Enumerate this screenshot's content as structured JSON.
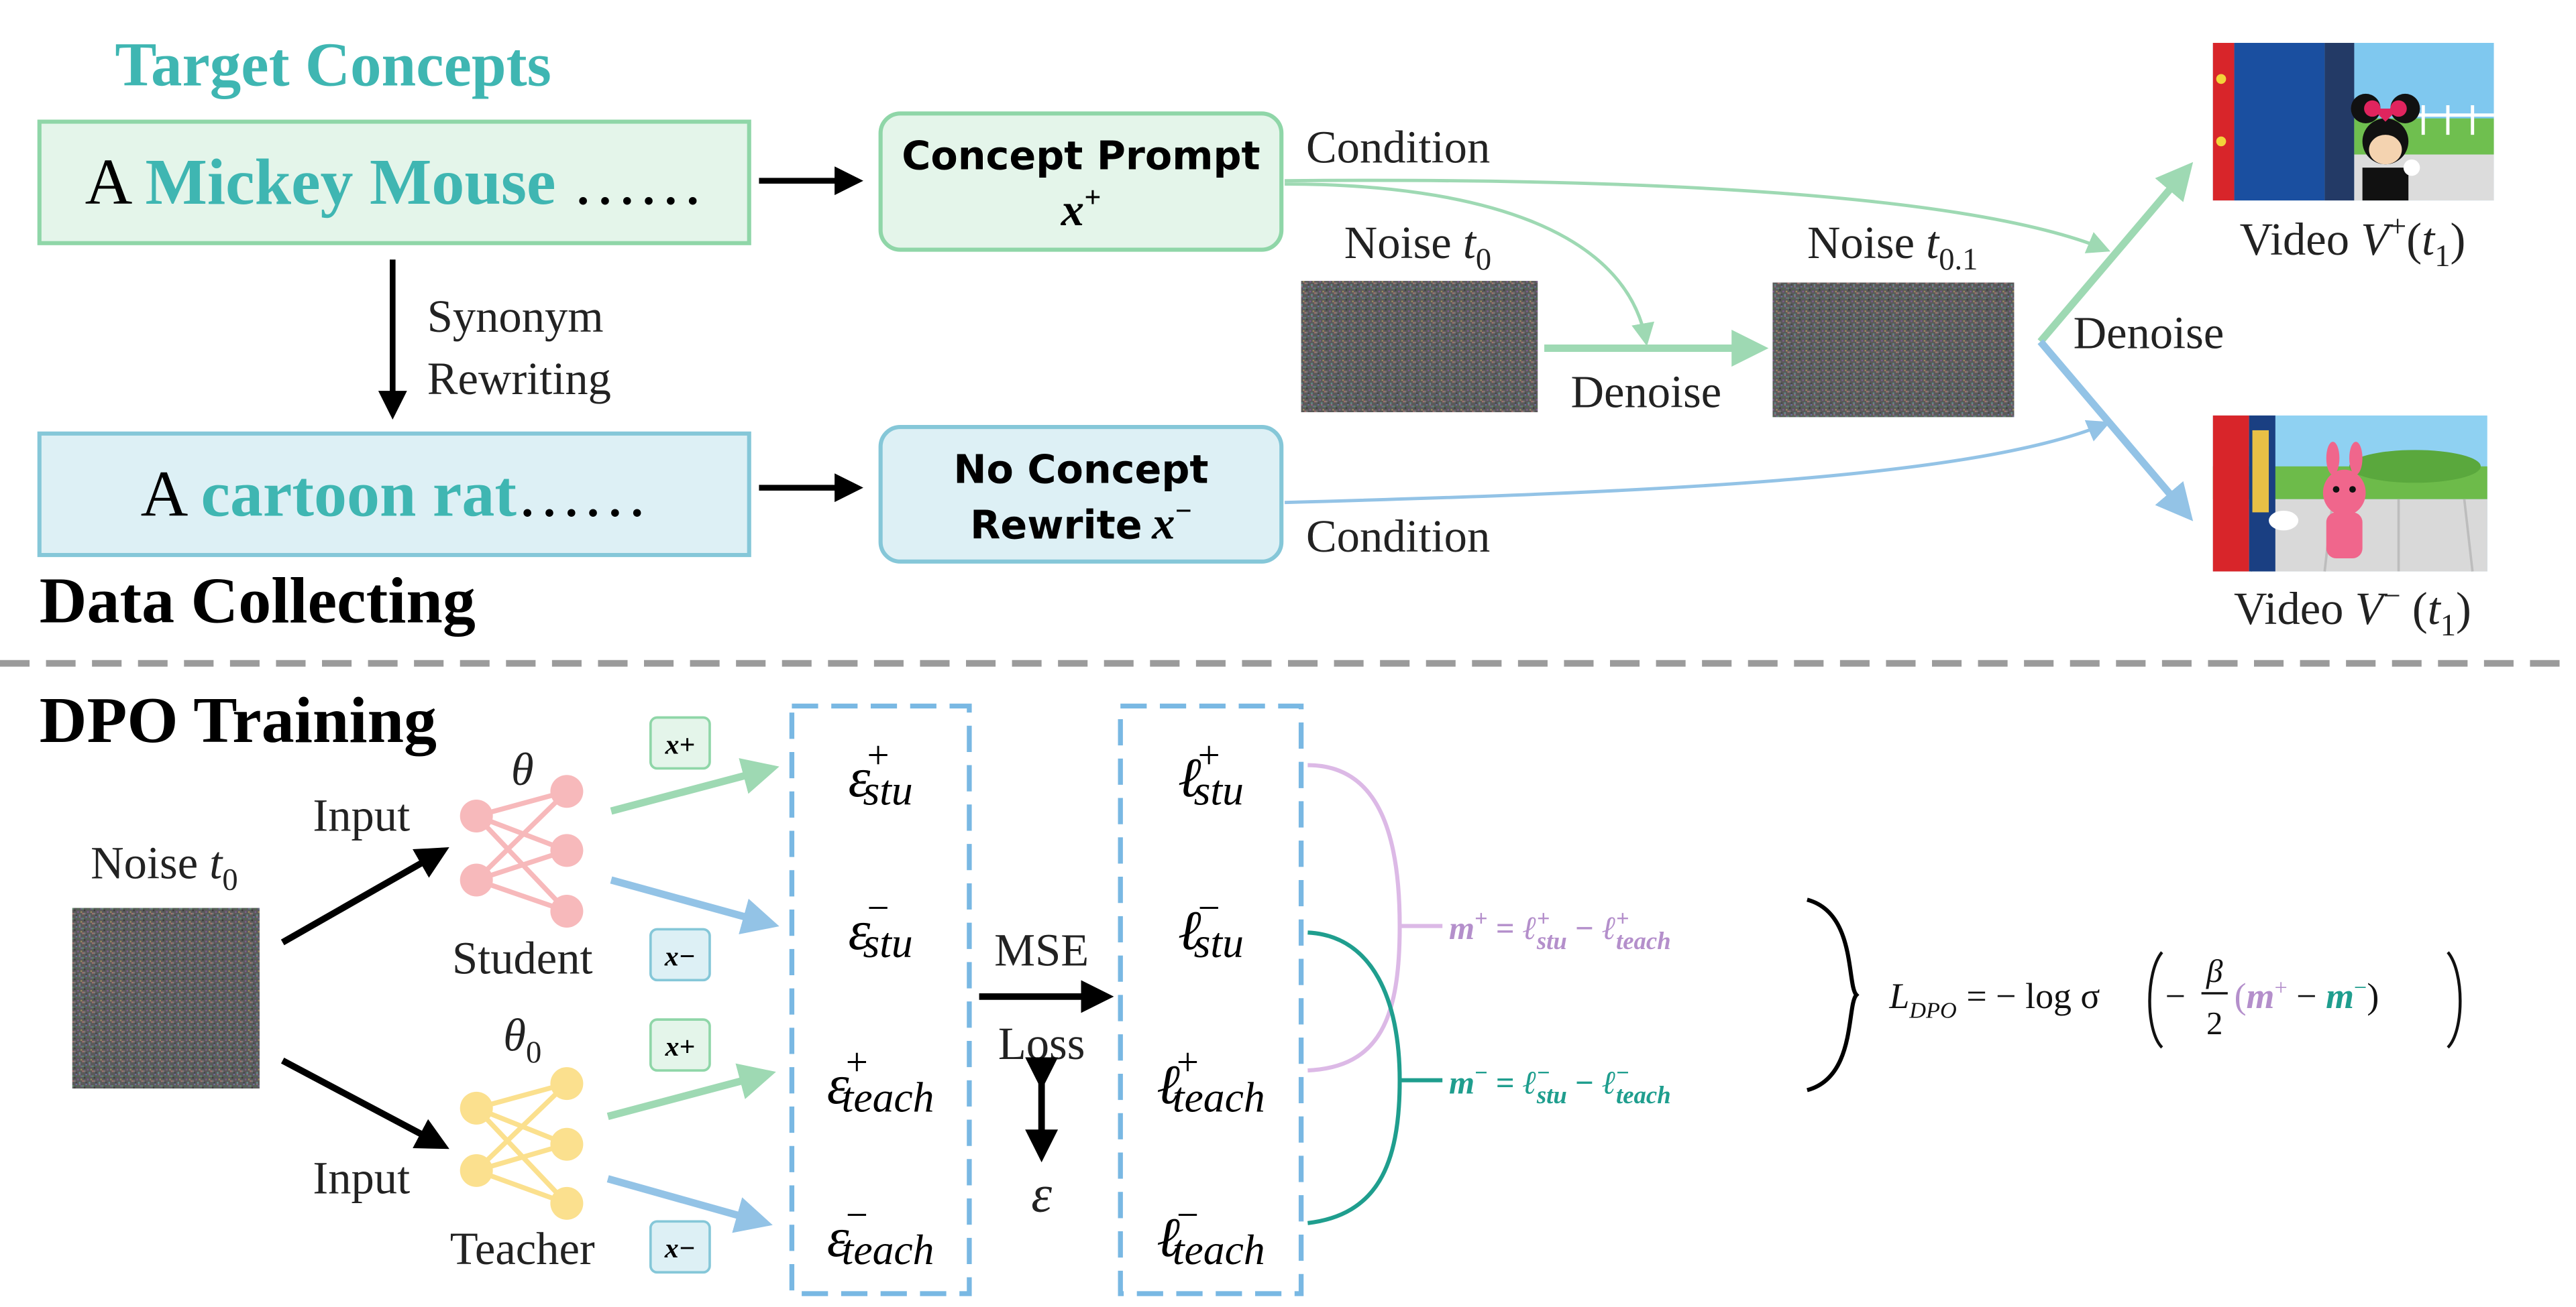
{
  "colors": {
    "teal": "#3fb6b2",
    "green_fill": "#e4f5ea",
    "green_stroke": "#8fd6a8",
    "blue_fill": "#ddf0f5",
    "blue_stroke": "#85c7d8",
    "green_arrow": "#9ed9b3",
    "blue_arrow": "#93c3e6",
    "dash_blue": "#79b8e3",
    "purple": "#b48fcb",
    "purple_line": "#dcb9e6",
    "dark_teal": "#1f9e8e",
    "student_pink": "#f7b9bb",
    "teacher_yellow": "#fbe08e",
    "separator": "#9b9b9b"
  },
  "data_collecting": {
    "target_concepts_title": "Target Concepts",
    "section_title": "Data Collecting",
    "prompt_top": {
      "prefix": "A ",
      "concept": "Mickey Mouse",
      "suffix": " ……"
    },
    "prompt_bottom": {
      "prefix": "A ",
      "concept": "cartoon rat",
      "suffix": "……"
    },
    "synonym_label": [
      "Synonym",
      "Rewriting"
    ],
    "concept_prompt_box": {
      "line1": "Concept Prompt",
      "var": "x",
      "sup": "+"
    },
    "no_concept_box": {
      "line1": "No Concept",
      "line2": "Rewrite",
      "var": "x",
      "sup": "−"
    },
    "condition_top": "Condition",
    "condition_bottom": "Condition",
    "noise_t0": {
      "label": "Noise ",
      "var": "t",
      "sub": "0"
    },
    "noise_t01": {
      "label": "Noise ",
      "var": "t",
      "sub": "0.1"
    },
    "denoise_middle": "Denoise",
    "denoise_right": "Denoise",
    "video_pos": {
      "label": "Video ",
      "var": "V",
      "sup": "+",
      "arg": "t",
      "sub": "1"
    },
    "video_neg": {
      "label": "Video ",
      "var": "V",
      "sup": "−",
      "arg": "t",
      "sub": "1"
    }
  },
  "dpo_training": {
    "section_title": "DPO Training",
    "noise_t0": {
      "label": "Noise ",
      "var": "t",
      "sub": "0"
    },
    "input_top": "Input",
    "input_bottom": "Input",
    "student_label": "Student",
    "teacher_label": "Teacher",
    "theta": "θ",
    "theta0": {
      "base": "θ",
      "sub": "0"
    },
    "badges": [
      "x+",
      "x−",
      "x+",
      "x−"
    ],
    "epsilon_terms": [
      {
        "sym": "ε",
        "sup": "+",
        "sub": "stu"
      },
      {
        "sym": "ε",
        "sup": "−",
        "sub": "stu"
      },
      {
        "sym": "ε",
        "sup": "+",
        "sub": "teach"
      },
      {
        "sym": "ε",
        "sup": "−",
        "sub": "teach"
      }
    ],
    "loss_terms": [
      {
        "sym": "ℓ",
        "sup": "+",
        "sub": "stu"
      },
      {
        "sym": "ℓ",
        "sup": "−",
        "sub": "stu"
      },
      {
        "sym": "ℓ",
        "sup": "+",
        "sub": "teach"
      },
      {
        "sym": "ℓ",
        "sup": "−",
        "sub": "teach"
      }
    ],
    "mse_label": "MSE",
    "loss_label": "Loss",
    "epsilon_label": "ε",
    "m_plus_eq": {
      "lhs": "m",
      "lhs_sup": "+",
      "eq": " = ",
      "a": "ℓ",
      "a_sup": "+",
      "a_sub": "stu",
      "minus": " − ",
      "b": "ℓ",
      "b_sup": "+",
      "b_sub": "teach"
    },
    "m_minus_eq": {
      "lhs": "m",
      "lhs_sup": "−",
      "eq": " = ",
      "a": "ℓ",
      "a_sup": "−",
      "a_sub": "stu",
      "minus": " − ",
      "b": "ℓ",
      "b_sup": "−",
      "b_sub": "teach"
    },
    "l_dpo": {
      "L": "L",
      "sub": "DPO",
      "rhs": "= − log σ",
      "beta": "β",
      "two": "2",
      "m_plus": "m",
      "plus": "+",
      "m_minus": "m",
      "minus_sup": "−",
      "minus_op": " − "
    }
  }
}
